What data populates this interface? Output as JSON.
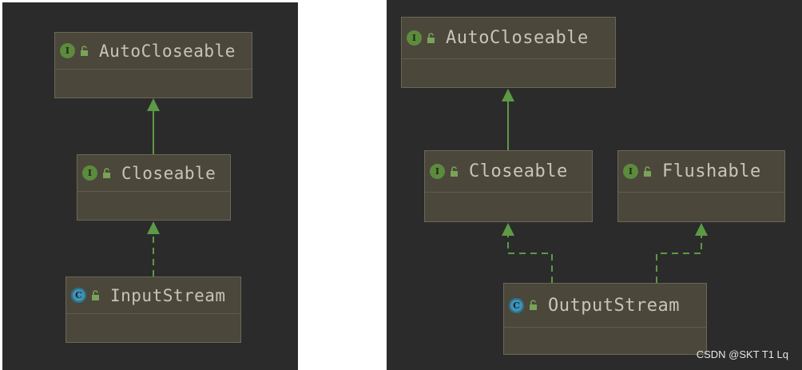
{
  "left_diagram": {
    "nodes": {
      "auto_closeable": {
        "name": "AutoCloseable",
        "kind": "I",
        "icon": "interface-icon"
      },
      "closeable": {
        "name": "Closeable",
        "kind": "I",
        "icon": "interface-icon"
      },
      "input_stream": {
        "name": "InputStream",
        "kind": "C",
        "icon": "class-icon"
      }
    },
    "edges": [
      {
        "from": "Closeable",
        "to": "AutoCloseable",
        "style": "solid"
      },
      {
        "from": "InputStream",
        "to": "Closeable",
        "style": "dashed"
      }
    ]
  },
  "right_diagram": {
    "nodes": {
      "auto_closeable": {
        "name": "AutoCloseable",
        "kind": "I",
        "icon": "interface-icon"
      },
      "closeable": {
        "name": "Closeable",
        "kind": "I",
        "icon": "interface-icon"
      },
      "flushable": {
        "name": "Flushable",
        "kind": "I",
        "icon": "interface-icon"
      },
      "output_stream": {
        "name": "OutputStream",
        "kind": "C",
        "icon": "class-icon"
      }
    },
    "edges": [
      {
        "from": "Closeable",
        "to": "AutoCloseable",
        "style": "solid"
      },
      {
        "from": "OutputStream",
        "to": "Closeable",
        "style": "dashed"
      },
      {
        "from": "OutputStream",
        "to": "Flushable",
        "style": "dashed"
      }
    ]
  },
  "watermark": "CSDN @SKT T1 Lq",
  "colors": {
    "background": "#2b2b2b",
    "node_fill": "#4b473b",
    "node_border": "#6a6759",
    "text": "#c7c5bb",
    "edge": "#5c9a45",
    "interface_badge": "#5c8b3e",
    "class_badge": "#3f93b6"
  }
}
